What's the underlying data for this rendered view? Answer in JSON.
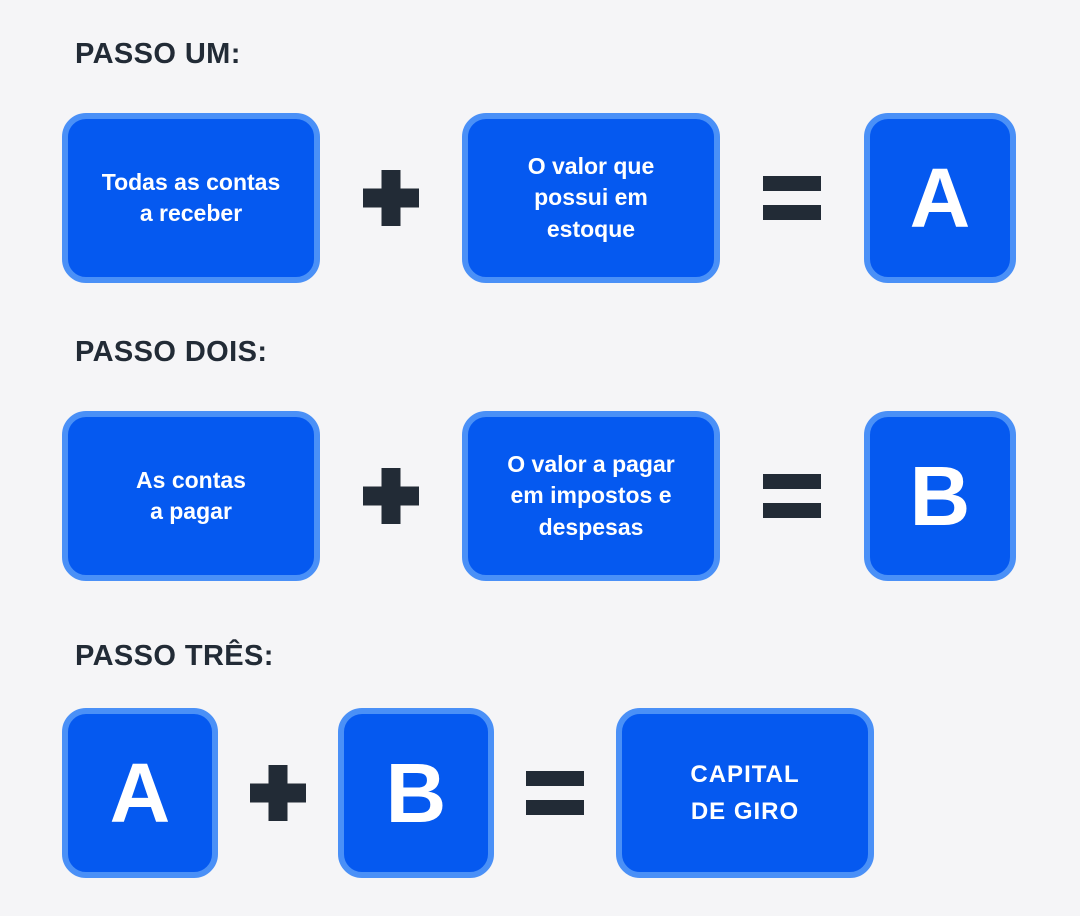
{
  "colors": {
    "box_fill": "#0559f0",
    "box_border": "#4a90f7",
    "operator_dark": "#222b36",
    "background": "#f5f5f7",
    "box_text": "#ffffff"
  },
  "icons": {
    "plus": "+",
    "equals": "="
  },
  "steps": [
    {
      "heading": "PASSO UM:",
      "operand1": "Todas as contas\na receber",
      "operand2": "O valor que\npossui em\nestoque",
      "result": "A"
    },
    {
      "heading": "PASSO DOIS:",
      "operand1": "As contas\na pagar",
      "operand2": "O valor a pagar\nem impostos e\ndespesas",
      "result": "B"
    },
    {
      "heading": "PASSO TRÊS:",
      "operand1": "A",
      "operand2": "B",
      "result": "CAPITAL\nDE GIRO"
    }
  ]
}
